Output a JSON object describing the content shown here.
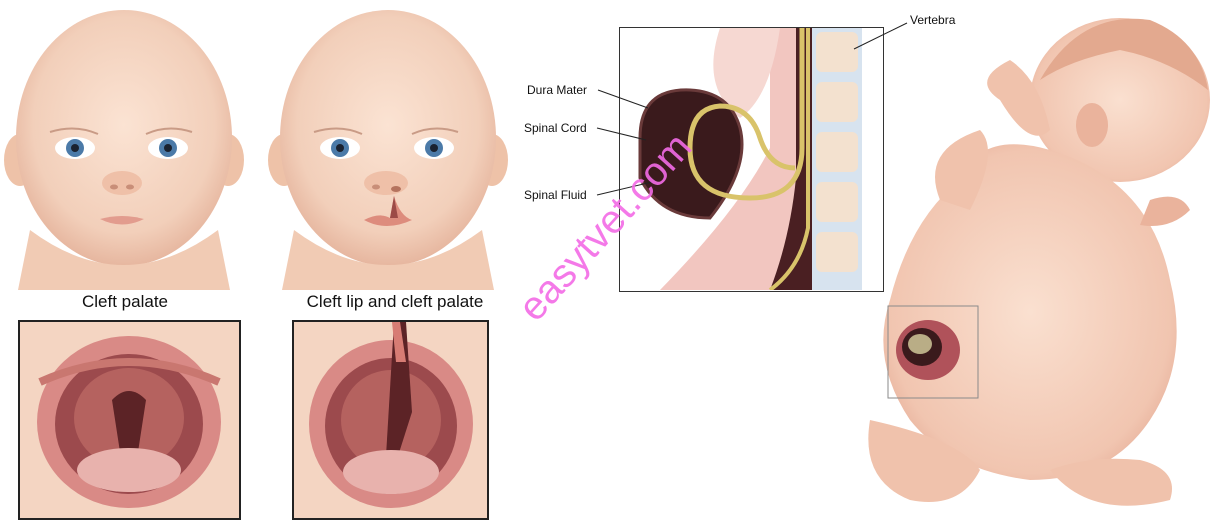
{
  "left_panel": {
    "captions": {
      "cleft_palate": "Cleft palate",
      "cleft_lip_palate": "Cleft lip and cleft palate"
    }
  },
  "spine_diagram": {
    "labels": {
      "vertebra": "Vertebra",
      "dura_mater": "Dura Mater",
      "spinal_cord": "Spinal Cord",
      "spinal_fluid": "Spinal Fluid"
    }
  },
  "watermark": "easytvet.com",
  "colors": {
    "skin": "#f4d3be",
    "skin_shadow": "#e6b79f",
    "mouth_dark": "#8a3b3e",
    "sac": "#3a1a1c",
    "watermark": "#f36be6",
    "bone": "#f3e1cf"
  }
}
